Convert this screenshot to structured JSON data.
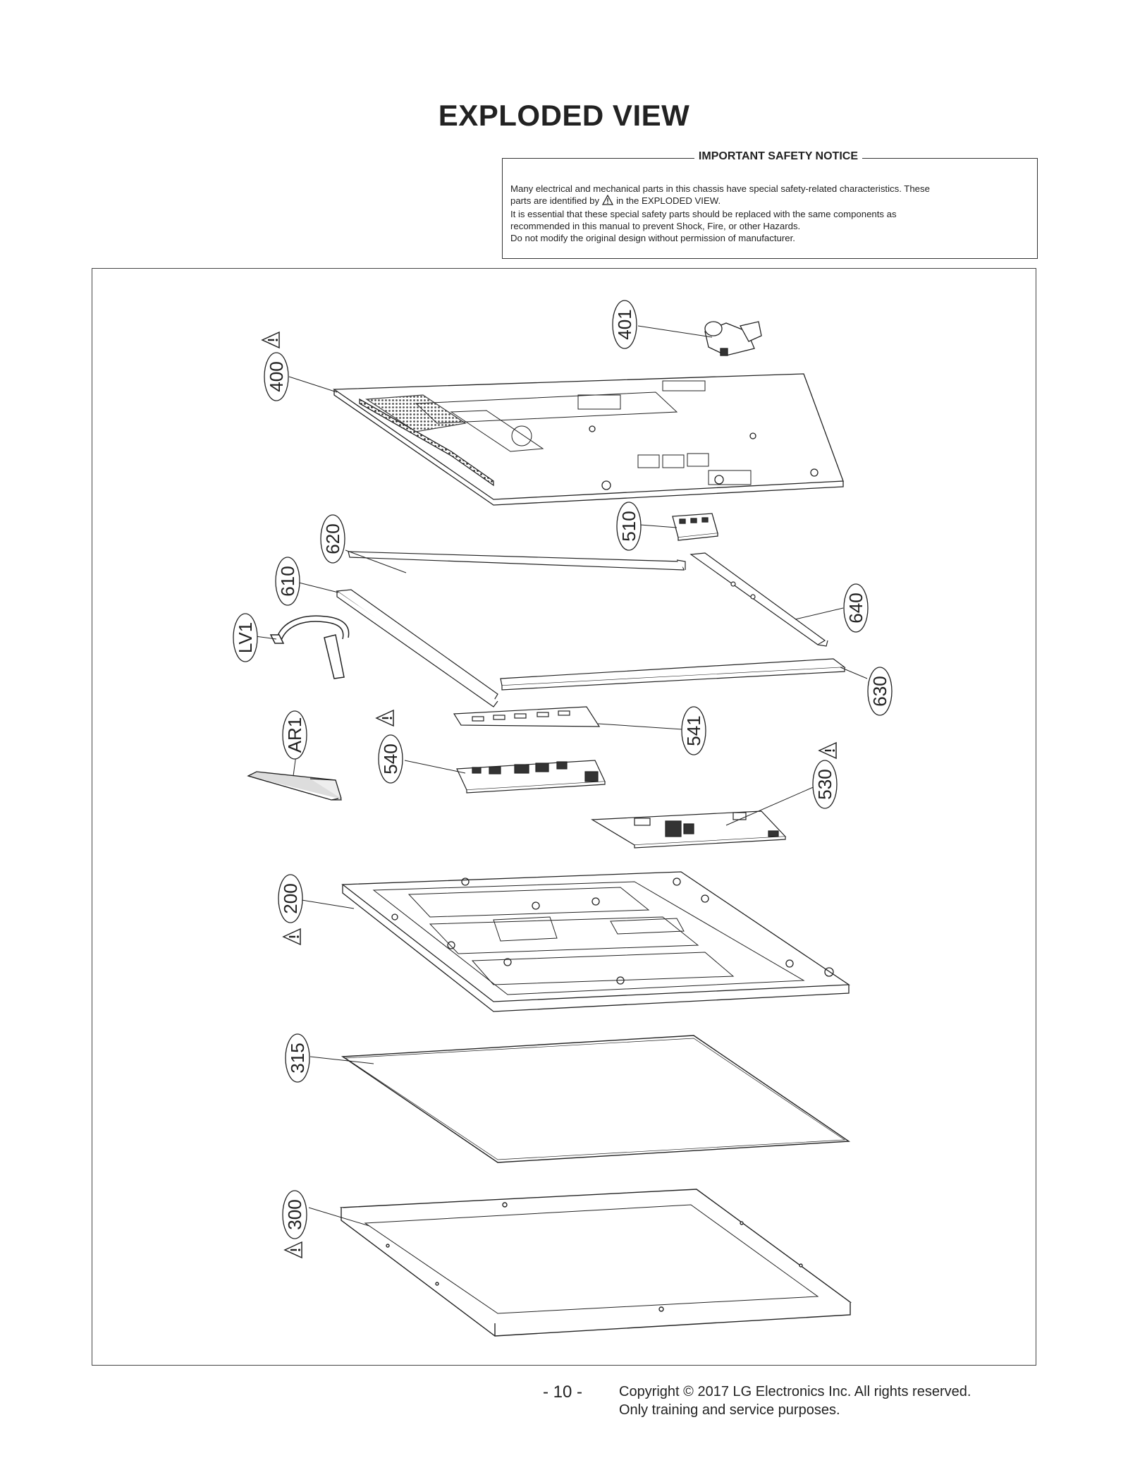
{
  "page": {
    "title": "EXPLODED VIEW",
    "page_number": "- 10 -",
    "copyright_line1": "Copyright © 2017 LG Electronics Inc. All rights reserved.",
    "copyright_line2": "Only training and service purposes."
  },
  "safety_notice": {
    "heading": "IMPORTANT SAFETY NOTICE",
    "line1": "Many electrical and mechanical parts in this chassis have special safety-related characteristics. These",
    "line2_before": "parts are identified by",
    "line2_after": "in the EXPLODED VIEW.",
    "line3": "It is essential that these special safety parts should be replaced with the same components as",
    "line4": "recommended in this manual to prevent Shock, Fire, or other Hazards.",
    "line5": "Do not modify the original design without permission of manufacturer."
  },
  "callouts": {
    "p401": "401",
    "p400": "400",
    "p620": "620",
    "p510": "510",
    "p610": "610",
    "p640": "640",
    "pLV1": "LV1",
    "p630": "630",
    "p541": "541",
    "pAR1": "AR1",
    "p540": "540",
    "p530": "530",
    "p200": "200",
    "p315": "315",
    "p300": "300"
  },
  "safety_symbol": "warning-triangle-icon"
}
